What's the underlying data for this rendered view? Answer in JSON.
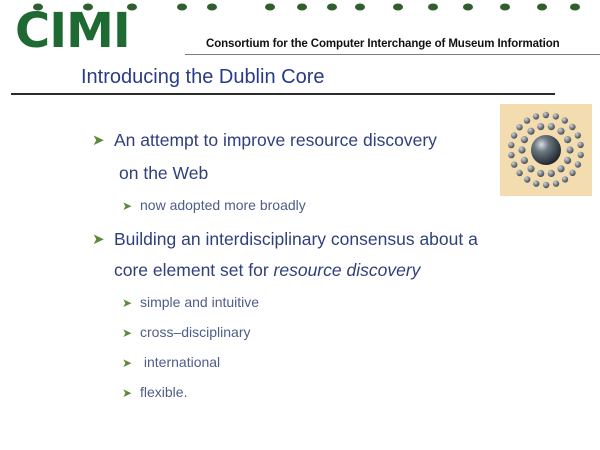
{
  "header": {
    "logo_text": "CIMI",
    "consortium": "Consortium for the Computer Interchange of Museum Information"
  },
  "slide": {
    "title": "Introducing the Dublin Core",
    "bullets": [
      {
        "line1": "An attempt to improve resource discovery",
        "line2": "on the Web",
        "sub": [
          "now adopted more broadly"
        ]
      },
      {
        "line1": "Building an interdisciplinary consensus about a",
        "line2_prefix": "core element set for ",
        "line2_emph": "resource discovery",
        "sub": [
          "simple and intuitive",
          "cross–disciplinary",
          " international",
          "flexible."
        ]
      }
    ]
  },
  "icons": {
    "bullet": "arrowhead-bullet-icon",
    "corner_graphic": "sphere-ring-icon"
  },
  "colors": {
    "logo": "#1f6a33",
    "title": "#283b86",
    "bullet_arrow": "#5d8a3a",
    "graphic_bg": "#f3ddb0"
  }
}
